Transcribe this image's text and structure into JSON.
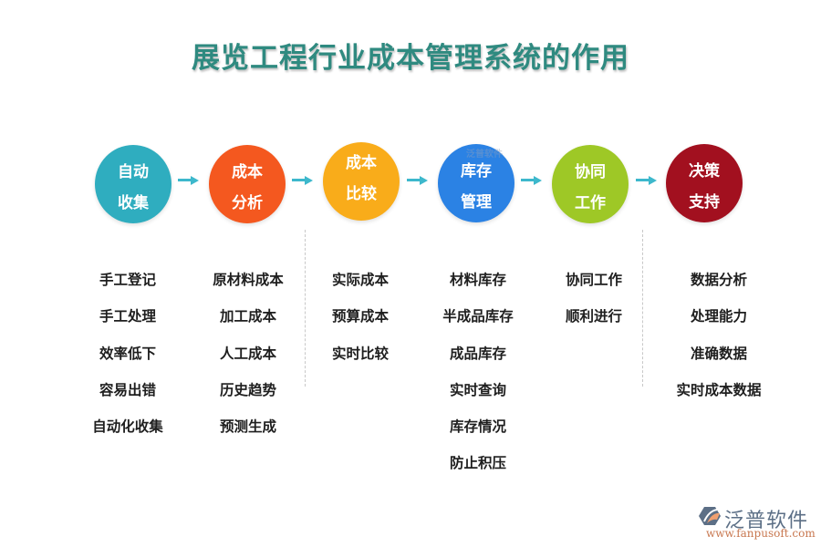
{
  "title": "展览工程行业成本管理系统的作用",
  "colors": {
    "title": "#2f8a80",
    "arrow": "#3db8cc",
    "divider": "#c8c8c8"
  },
  "steps": [
    {
      "line1": "自动",
      "line2": "收集",
      "color": "#2fadbf"
    },
    {
      "line1": "成本",
      "line2": "分析",
      "color": "#f4581f"
    },
    {
      "line1": "成本",
      "line2": "比较",
      "color": "#f9ac1a"
    },
    {
      "line1": "库存",
      "line2": "管理",
      "color": "#2b82e4"
    },
    {
      "line1": "协同",
      "line2": "工作",
      "color": "#9ec826"
    },
    {
      "line1": "决策",
      "line2": "支持",
      "color": "#a2101f"
    }
  ],
  "columns": [
    {
      "items": [
        "手工登记",
        "手工处理",
        "效率低下",
        "容易出错",
        "自动化收集"
      ]
    },
    {
      "items": [
        "原材料成本",
        "加工成本",
        "人工成本",
        "历史趋势",
        "预测生成"
      ]
    },
    {
      "items": [
        "实际成本",
        "预算成本",
        "实时比较"
      ]
    },
    {
      "items": [
        "材料库存",
        "半成品库存",
        "成品库存",
        "实时查询",
        "库存情况",
        "防止积压"
      ]
    },
    {
      "items": [
        "协同工作",
        "顺利进行"
      ]
    },
    {
      "items": [
        "数据分析",
        "处理能力",
        "准确数据",
        "实时成本数据"
      ]
    }
  ],
  "watermark": "泛普软件",
  "logo": {
    "brand": "泛普软件",
    "url": "www.fanpusoft.com",
    "icon": "hexagon-logo-icon"
  }
}
